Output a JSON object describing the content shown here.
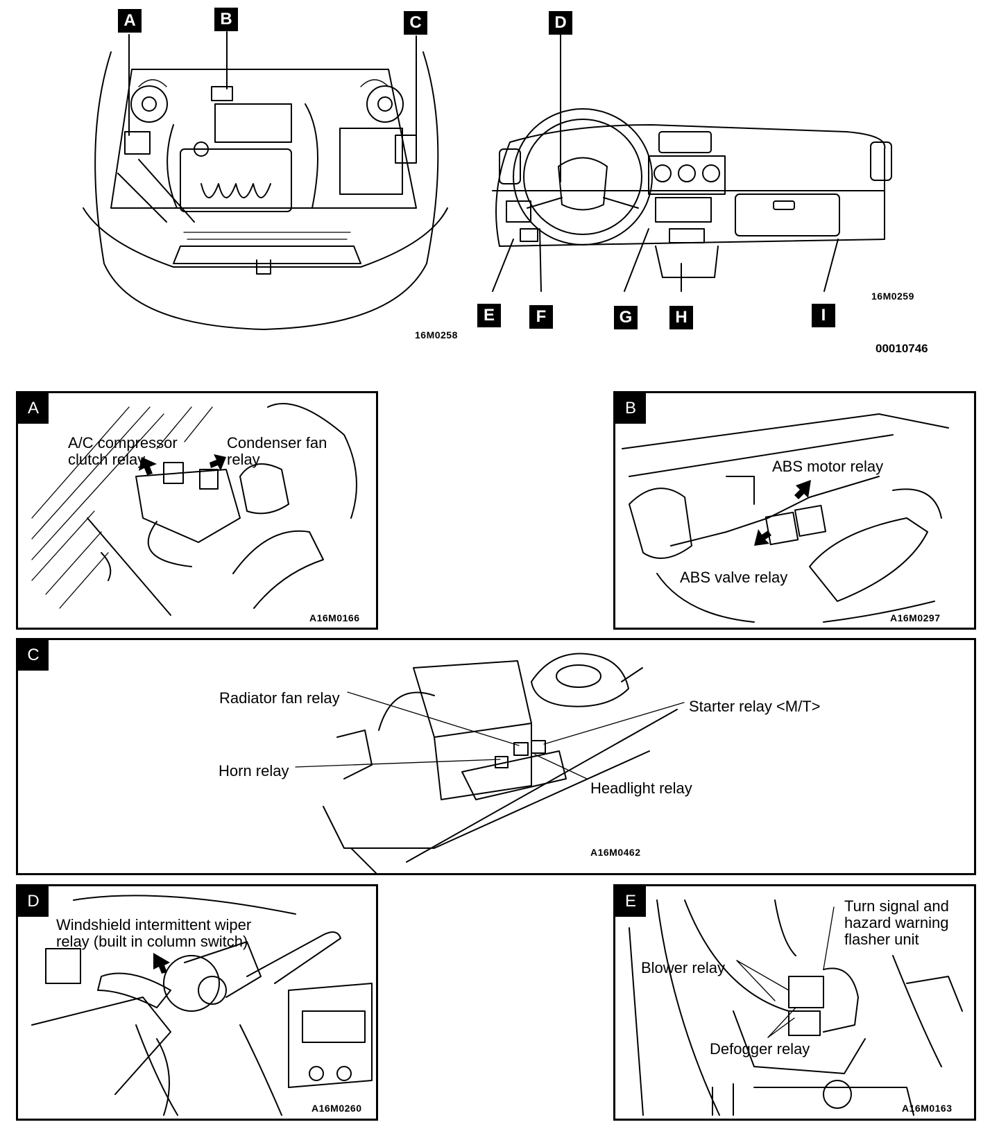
{
  "overview": {
    "engine_callouts": [
      "A",
      "B",
      "C"
    ],
    "engine_code": "16M0258",
    "dash_callouts": [
      "D",
      "E",
      "F",
      "G",
      "H",
      "I"
    ],
    "dash_code": "16M0259",
    "figure_code": "00010746"
  },
  "panels": {
    "a": {
      "tag": "A",
      "code": "A16M0166",
      "labels": [
        "A/C compressor",
        "clutch relay",
        "Condenser fan",
        "relay"
      ]
    },
    "b": {
      "tag": "B",
      "code": "A16M0297",
      "labels": [
        "ABS motor relay",
        "ABS valve relay"
      ]
    },
    "c": {
      "tag": "C",
      "code": "A16M0462",
      "labels": [
        "Radiator fan relay",
        "Starter relay <M/T>",
        "Horn relay",
        "Headlight relay"
      ]
    },
    "d": {
      "tag": "D",
      "code": "A16M0260",
      "labels": [
        "Windshield intermittent wiper",
        "relay (built in column switch)"
      ]
    },
    "e": {
      "tag": "E",
      "code": "A16M0163",
      "labels": [
        "Turn signal and",
        "hazard warning",
        "flasher unit",
        "Blower relay",
        "Defogger relay"
      ]
    }
  }
}
